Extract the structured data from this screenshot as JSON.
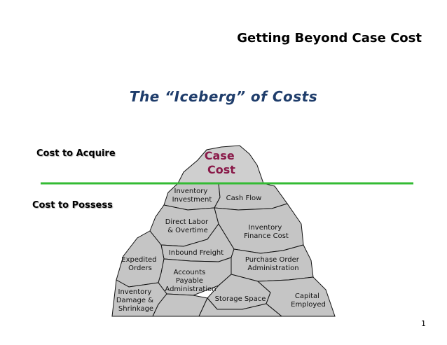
{
  "header": {
    "title": "Getting Beyond Case Cost"
  },
  "title": "The “Iceberg” of Costs",
  "labels": {
    "acquire": "Cost to Acquire",
    "possess": "Cost to Possess"
  },
  "colors": {
    "waterline": "#33bb33",
    "title": "#1f3d6b",
    "case_cost": "#8a1b4a",
    "iceberg": "#c5c5c5"
  },
  "iceberg": {
    "tip": [
      "Case",
      "Cost"
    ],
    "pieces": [
      {
        "id": "inventory-investment",
        "lines": [
          "Inventory",
          "Investment"
        ]
      },
      {
        "id": "cash-flow",
        "lines": [
          "Cash Flow"
        ]
      },
      {
        "id": "direct-labor",
        "lines": [
          "Direct Labor",
          "& Overtime"
        ]
      },
      {
        "id": "inventory-finance-cost",
        "lines": [
          "Inventory",
          "Finance Cost"
        ]
      },
      {
        "id": "inbound-freight",
        "lines": [
          "Inbound Freight"
        ]
      },
      {
        "id": "expedited-orders",
        "lines": [
          "Expedited",
          "Orders"
        ]
      },
      {
        "id": "purchase-order-administration",
        "lines": [
          "Purchase Order",
          "Administration"
        ]
      },
      {
        "id": "accounts-payable-administration",
        "lines": [
          "Accounts",
          "Payable",
          "Administration"
        ]
      },
      {
        "id": "inventory-damage-shrinkage",
        "lines": [
          "Inventory",
          "Damage &",
          "Shrinkage"
        ]
      },
      {
        "id": "storage-space",
        "lines": [
          "Storage Space"
        ]
      },
      {
        "id": "capital-employed",
        "lines": [
          "Capital",
          "Employed"
        ]
      }
    ]
  },
  "page_number": "1"
}
